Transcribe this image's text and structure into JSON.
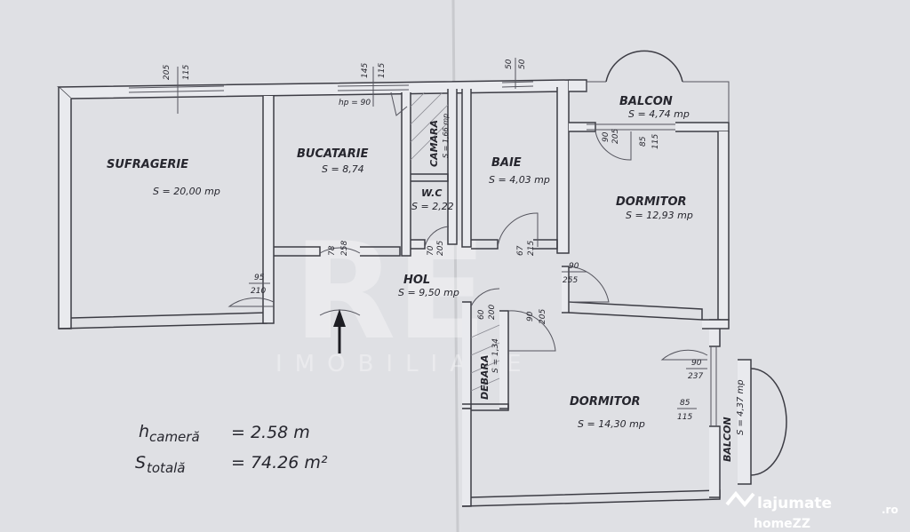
{
  "rooms": {
    "sufragerie": {
      "name": "SUFRAGERIE",
      "area": "S = 20,00 mp"
    },
    "bucatarie": {
      "name": "BUCATARIE",
      "area": "S = 8,74"
    },
    "camara": {
      "name": "CAMARA",
      "area": "S = 1,66 mp"
    },
    "baie": {
      "name": "BAIE",
      "area": "S = 4,03 mp"
    },
    "wc": {
      "name": "W.C",
      "area": "S = 2,22"
    },
    "balcon_top": {
      "name": "BALCON",
      "area": "S = 4,74 mp"
    },
    "dormitor_1": {
      "name": "DORMITOR",
      "area": "S = 12,93 mp"
    },
    "hol": {
      "name": "HOL",
      "area": "S = 9,50 mp"
    },
    "debara": {
      "name": "DEBARA",
      "area": "S = 1,34"
    },
    "dormitor_2": {
      "name": "DORMITOR",
      "area": "S = 14,30 mp"
    },
    "balcon_right": {
      "name": "BALCON",
      "area": "S = 4,37 mp"
    }
  },
  "dimensions": {
    "win_sufragerie": {
      "top": "205",
      "bottom": "115"
    },
    "win_bucatarie": {
      "top": "145",
      "bottom": "115"
    },
    "parapet": "hp = 90",
    "win_baie": {
      "top": "50",
      "bottom": "50"
    },
    "door_balcon_a": {
      "top": "90",
      "bottom": "205"
    },
    "door_balcon_b": {
      "top": "85",
      "bottom": "115"
    },
    "door_bucatarie": {
      "top": "78",
      "bottom": "258"
    },
    "door_wc": {
      "top": "70",
      "bottom": "205"
    },
    "door_baie": {
      "top": "67",
      "bottom": "215"
    },
    "door_sufragerie": {
      "top": "95",
      "bottom": "210"
    },
    "door_dormitor_1": {
      "top": "90",
      "bottom": "255"
    },
    "door_debara": {
      "top": "60",
      "bottom": "200"
    },
    "door_dormitor_2": {
      "top": "90",
      "bottom": "205"
    },
    "door_balcon_2": {
      "top": "90",
      "bottom": "237"
    },
    "win_dormitor_2": {
      "top": "85",
      "bottom": "115"
    }
  },
  "notes": {
    "ceiling_label": "h",
    "ceiling_sub": "cameră",
    "ceiling_value": "= 2.58 m",
    "total_label": "S",
    "total_sub": "totală",
    "total_value": "= 74.26 m²"
  },
  "watermark": {
    "letters": "RE",
    "word": "IMOBILIARE"
  },
  "logo": {
    "text": "lajumate",
    "text_b": "homeZZ",
    "suffix": ".ro"
  }
}
